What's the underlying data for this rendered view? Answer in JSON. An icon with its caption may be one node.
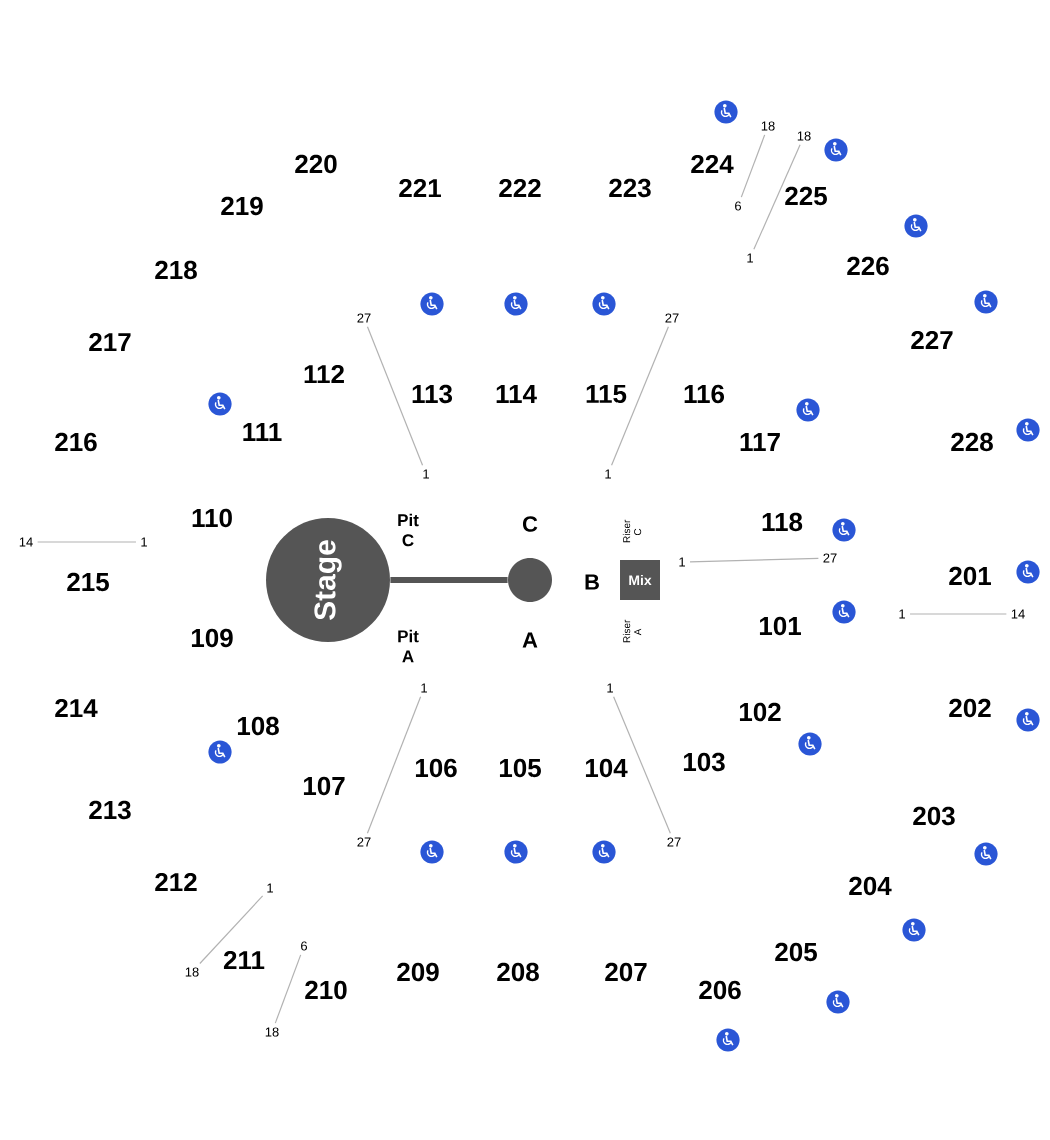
{
  "diagram": {
    "nodes": [
      {
        "text": [
          "Stage"
        ]
      },
      {
        "text": [],
        "shape": "circle"
      },
      {
        "text": [
          "Mix"
        ]
      }
    ],
    "edges": [
      {
        "from": 0,
        "to": 1,
        "arrow": "none"
      }
    ],
    "labels": [
      "224",
      "18",
      "18",
      "220",
      "221",
      "222",
      "223",
      "6",
      "225",
      "219",
      "1",
      "218",
      "226",
      "27",
      "27",
      "217",
      "227",
      "112",
      "113",
      "114",
      "115",
      "116",
      "216",
      "111",
      "117",
      "228",
      "1",
      "1",
      "Pit C",
      "C",
      "Riser C",
      "110",
      "118",
      "14",
      "1",
      "215",
      "B",
      "1",
      "27",
      "201",
      "1",
      "14",
      "109",
      "Pit A",
      "A",
      "Riser A",
      "101",
      "1",
      "1",
      "108",
      "214",
      "102",
      "202",
      "107",
      "106",
      "105",
      "104",
      "103",
      "213",
      "203",
      "27",
      "27",
      "212",
      "1",
      "204",
      "6",
      "211",
      "205",
      "18",
      "210",
      "209",
      "208",
      "207",
      "206",
      "18"
    ]
  }
}
